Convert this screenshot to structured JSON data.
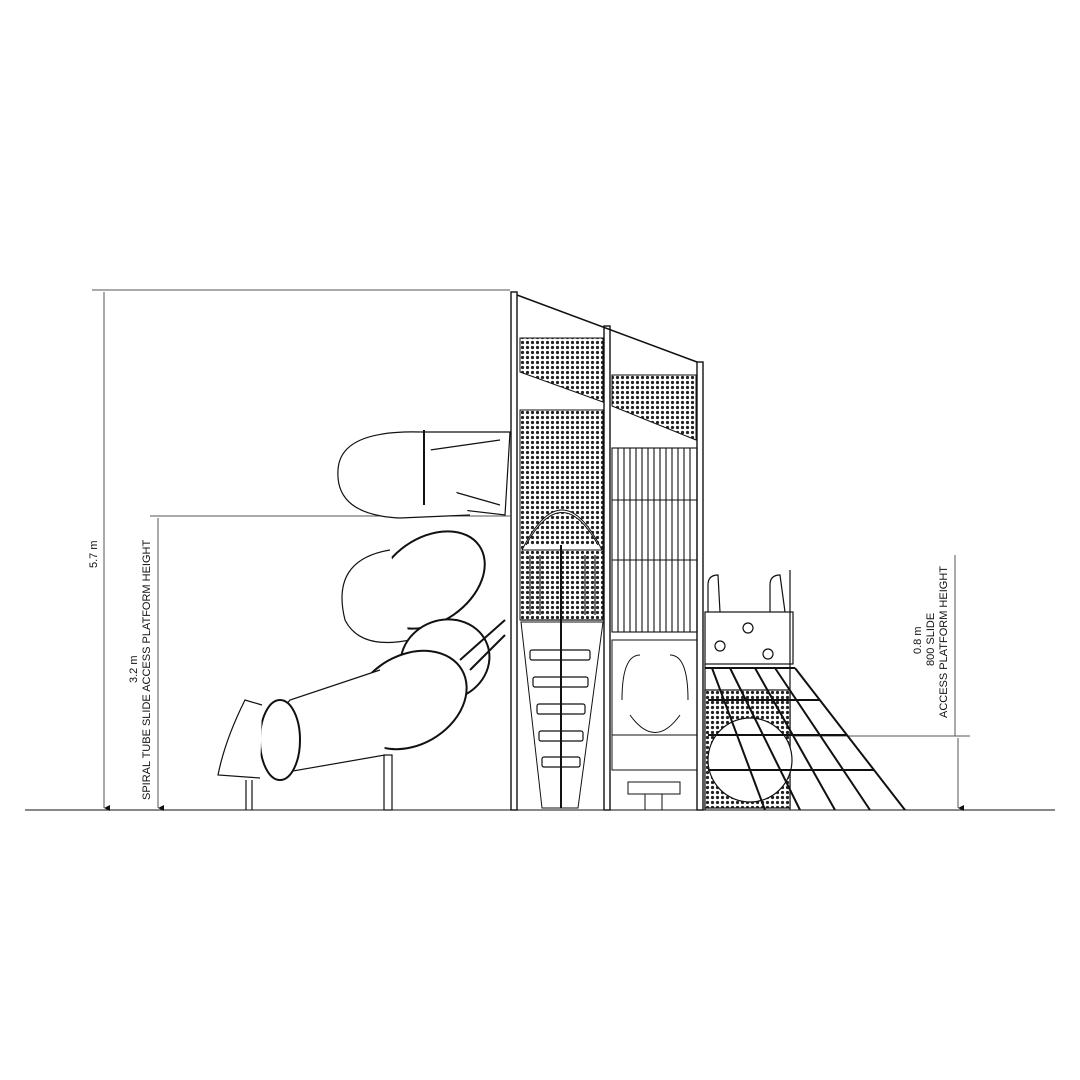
{
  "dimensions": {
    "overall_height": {
      "value": "5.7 m"
    },
    "spiral_platform": {
      "value": "3.2 m",
      "label": "SPIRAL TUBE SLIDE ACCESS PLATFORM HEIGHT"
    },
    "slide_platform": {
      "value": "0.8 m",
      "label_line1": "800 SLIDE",
      "label_line2": "ACCESS PLATFORM HEIGHT"
    }
  },
  "colors": {
    "line": "#111111",
    "dim_line": "#555555",
    "background": "#ffffff"
  }
}
